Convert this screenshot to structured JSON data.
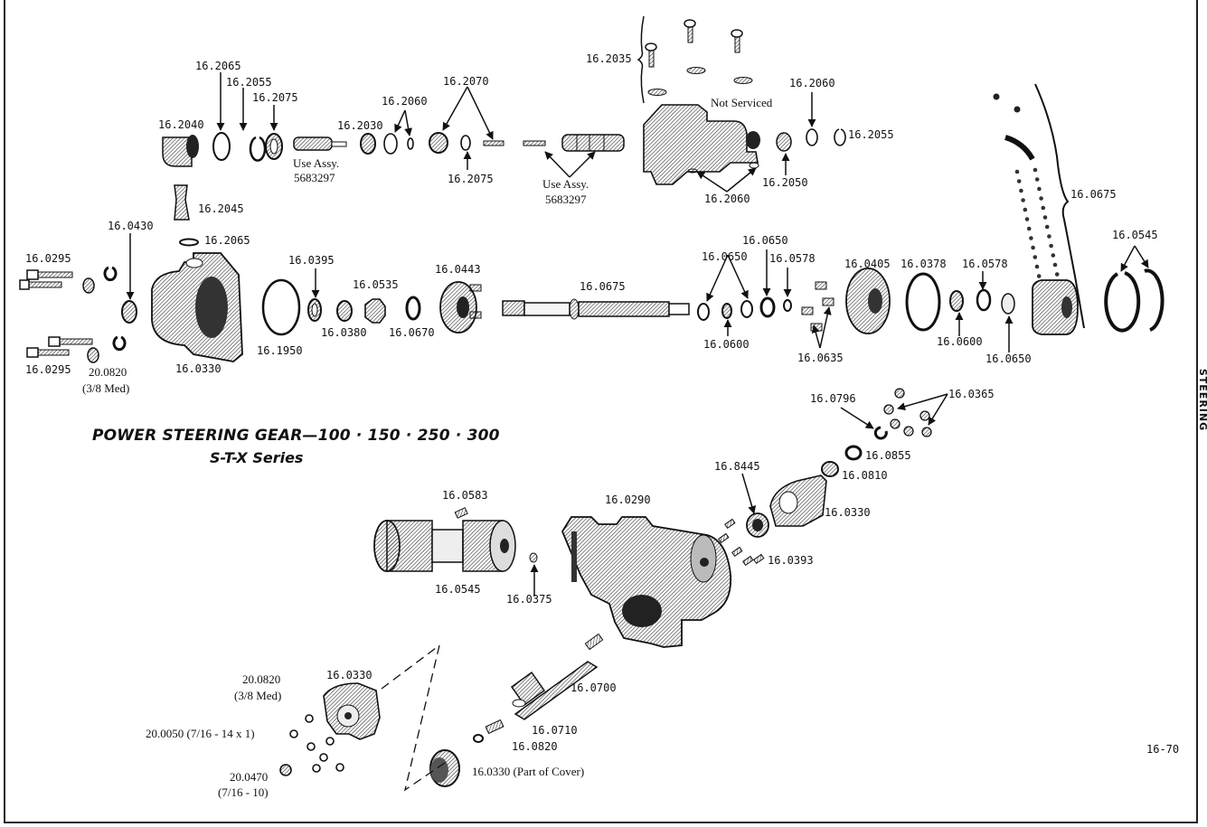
{
  "title": {
    "line1": "POWER STEERING GEAR—100 · 150 · 250 · 300",
    "line2": "S-T-X Series"
  },
  "page_number": "16-70",
  "side_tab": "STEERING",
  "notes": {
    "use_assy_1": "Use Assy.",
    "use_assy_1_num": "5683297",
    "use_assy_2": "Use Assy.",
    "use_assy_2_num": "5683297",
    "not_serviced": "Not Serviced"
  },
  "labels": {
    "valve_top": {
      "p2065": "16.2065",
      "p2055": "16.2055",
      "p2075_a": "16.2075",
      "p2040": "16.2040",
      "p2030": "16.2030",
      "p2060_a": "16.2060",
      "p2070": "16.2070",
      "p2075_b": "16.2075",
      "p2035": "16.2035",
      "p2060_b": "16.2060",
      "p2055_b": "16.2055",
      "p2050": "16.2050",
      "p2060_c": "16.2060",
      "p2045": "16.2045",
      "p2065_b": "16.2065"
    },
    "main_row": {
      "p0430": "16.0430",
      "p0295_a": "16.0295",
      "p0295_b": "16.0295",
      "p20_0820": "20.0820",
      "p20_0820_note": "(3/8 Med)",
      "p0330": "16.0330",
      "p1950": "16.1950",
      "p0395": "16.0395",
      "p0380": "16.0380",
      "p0535": "16.0535",
      "p0670": "16.0670",
      "p0443": "16.0443",
      "p0675_shaft": "16.0675",
      "p0650_a": "16.0650",
      "p0650_b": "16.0650",
      "p0578_a": "16.0578",
      "p0600_a": "16.0600",
      "p0635": "16.0635",
      "p0405": "16.0405",
      "p0378": "16.0378",
      "p0578_b": "16.0578",
      "p0600_b": "16.0600",
      "p0650_c": "16.0650",
      "p0675_balls": "16.0675",
      "p0545_rings": "16.0545"
    },
    "lower": {
      "p0796": "16.0796",
      "p0365": "16.0365",
      "p0855": "16.0855",
      "p0810": "16.0810",
      "p8445": "16.8445",
      "p0330_cover": "16.0330",
      "p0393": "16.0393",
      "p0583": "16.0583",
      "p0290": "16.0290",
      "p0545_piston": "16.0545",
      "p0375": "16.0375",
      "p0700": "16.0700",
      "p0710": "16.0710",
      "p0820": "16.0820",
      "p0330_part": "16.0330 (Part of Cover)",
      "p20_0820_b": "20.0820",
      "p20_0820_b_note": "(3/8 Med)",
      "p0330_side": "16.0330",
      "p20_0050": "20.0050 (7/16 - 14 x 1)",
      "p20_0470": "20.0470",
      "p20_0470_note": "(7/16 - 10)"
    }
  }
}
